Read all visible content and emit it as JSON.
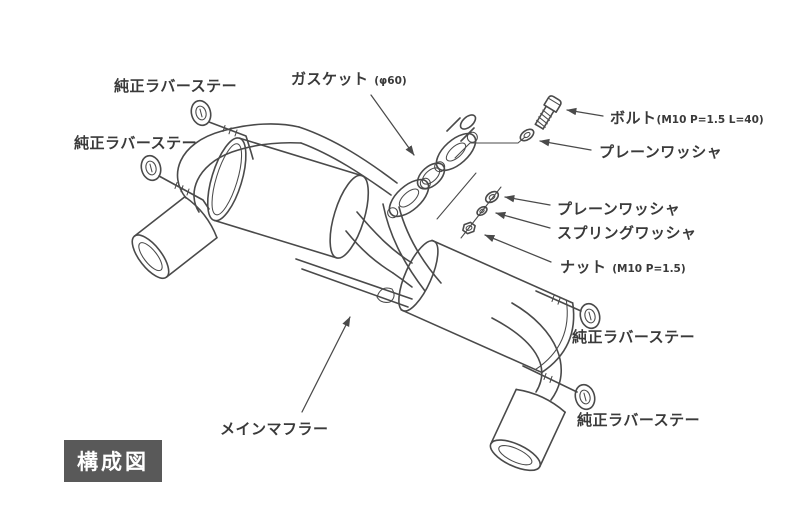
{
  "colors": {
    "background": "#ffffff",
    "line": "#4a4a4a",
    "text": "#3a3a3a",
    "badge_background": "#595959",
    "badge_text": "#ffffff"
  },
  "badge": {
    "label": "構成図"
  },
  "parts": {
    "rubber_stay_top_1": {
      "label": "純正ラバーステー"
    },
    "rubber_stay_top_2": {
      "label": "純正ラバーステー"
    },
    "gasket": {
      "label": "ガスケット",
      "spec": "(φ60)"
    },
    "bolt": {
      "label": "ボルト",
      "spec": "(M10 P=1.5 L=40)"
    },
    "plain_washer_upper": {
      "label": "プレーンワッシャ"
    },
    "plain_washer_lower": {
      "label": "プレーンワッシャ"
    },
    "spring_washer": {
      "label": "スプリングワッシャ"
    },
    "nut": {
      "label": "ナット",
      "spec": "(M10 P=1.5)"
    },
    "rubber_stay_right_1": {
      "label": "純正ラバーステー"
    },
    "rubber_stay_right_2": {
      "label": "純正ラバーステー"
    },
    "main_muffler": {
      "label": "メインマフラー"
    }
  }
}
